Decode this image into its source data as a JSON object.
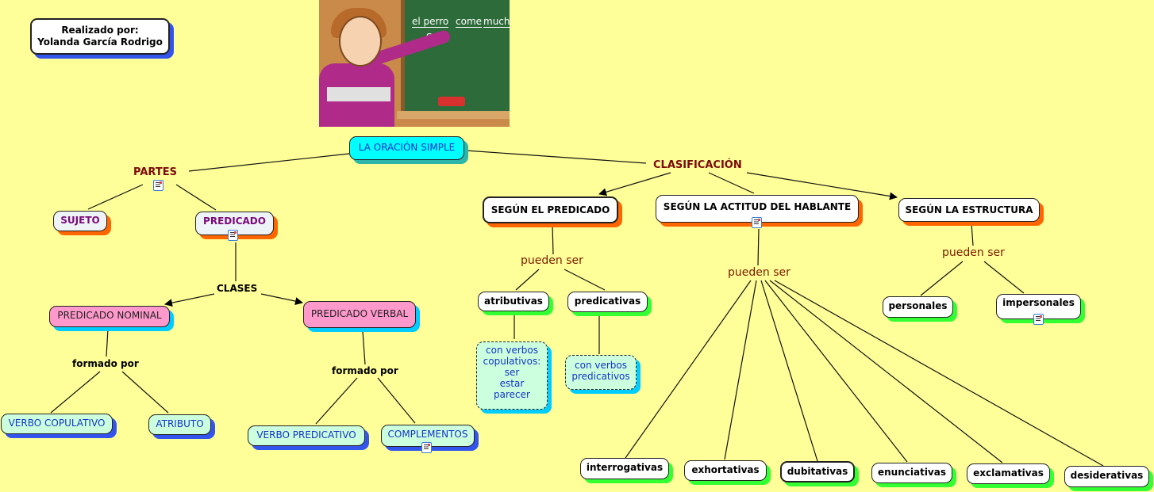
{
  "author": {
    "line1": "Realizado por:",
    "line2": "Yolanda García Rodrigo"
  },
  "picture": {
    "alt": "Niña escribiendo en la pizarra",
    "board_words": [
      "el perro",
      "come",
      "mucho"
    ],
    "board_mark": "S"
  },
  "root": "LA ORACIÓN SIMPLE",
  "partes": {
    "label": "PARTES",
    "sujeto": "SUJETO",
    "predicado": "PREDICADO",
    "clases": "CLASES",
    "nominal": {
      "label": "PREDICADO NOMINAL",
      "link": "formado por",
      "children": [
        "VERBO COPULATIVO",
        "ATRIBUTO"
      ]
    },
    "verbal": {
      "label": "PREDICADO VERBAL",
      "link": "formado por",
      "children": [
        "VERBO PREDICATIVO",
        "COMPLEMENTOS"
      ]
    }
  },
  "clasificacion": {
    "label": "CLASIFICACIÓN",
    "predicado": {
      "label": "SEGÚN EL PREDICADO",
      "link": "pueden ser",
      "atributivas": "atributivas",
      "atributivas_note": [
        "con verbos",
        "copulativos:",
        "ser",
        "estar",
        "parecer"
      ],
      "predicativas": "predicativas",
      "predicativas_note": [
        "con verbos",
        "predicativos"
      ]
    },
    "actitud": {
      "label": "SEGÚN LA ACTITUD DEL HABLANTE",
      "link": "pueden ser",
      "children": [
        "interrogativas",
        "exhortativas",
        "dubitativas",
        "enunciativas",
        "exclamativas",
        "desiderativas"
      ]
    },
    "estructura": {
      "label": "SEGÚN LA ESTRUCTURA",
      "link": "pueden ser",
      "children": [
        "personales",
        "impersonales"
      ]
    }
  },
  "icons": {
    "resource": "document-icon"
  }
}
